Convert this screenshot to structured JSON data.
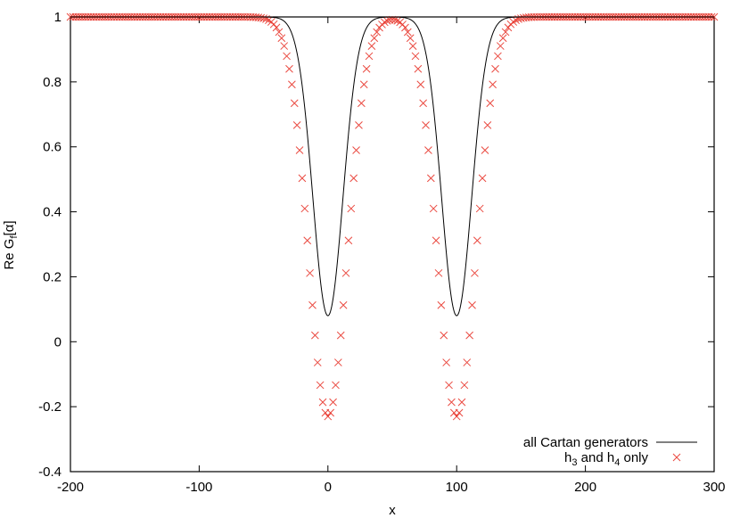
{
  "chart_data": {
    "type": "line",
    "title": "",
    "xlabel": "x",
    "ylabel": "Re G_f[α]",
    "xlim": [
      -200,
      300
    ],
    "ylim": [
      -0.4,
      1
    ],
    "x_ticks": [
      "-200",
      "-100",
      "0",
      "100",
      "200",
      "300"
    ],
    "y_ticks": [
      "-0.4",
      "-0.2",
      "0",
      "0.2",
      "0.4",
      "0.6",
      "0.8",
      "1"
    ],
    "grid": false,
    "legend_position": "bottom-right",
    "series": [
      {
        "name": "all Cartan generators",
        "style": "solid line",
        "color": "#000000",
        "x": [
          -200,
          -100,
          -60,
          -50,
          -40,
          -30,
          -25,
          -20,
          -15,
          -10,
          -5,
          0,
          5,
          10,
          15,
          20,
          25,
          30,
          40,
          50,
          60,
          70,
          75,
          80,
          85,
          90,
          95,
          100,
          105,
          110,
          115,
          120,
          125,
          130,
          140,
          150,
          160,
          200,
          300
        ],
        "values": [
          1,
          1,
          1,
          0.999,
          0.998,
          0.97,
          0.91,
          0.8,
          0.63,
          0.39,
          0.18,
          0.08,
          0.18,
          0.39,
          0.63,
          0.8,
          0.91,
          0.97,
          0.998,
          1,
          0.998,
          0.97,
          0.91,
          0.8,
          0.63,
          0.39,
          0.18,
          0.08,
          0.18,
          0.39,
          0.63,
          0.8,
          0.91,
          0.97,
          0.998,
          0.999,
          1,
          1,
          1
        ]
      },
      {
        "name": "h3 and h4 only",
        "style": "x markers",
        "color": "#e8362c",
        "x": [
          -200,
          -100,
          -60,
          -50,
          -40,
          -30,
          -25,
          -20,
          -15,
          -10,
          -5,
          0,
          5,
          10,
          15,
          20,
          25,
          30,
          40,
          50,
          60,
          70,
          75,
          80,
          85,
          90,
          95,
          100,
          105,
          110,
          115,
          120,
          125,
          130,
          140,
          150,
          160,
          200,
          300
        ],
        "values": [
          1,
          1,
          0.999,
          0.99,
          0.96,
          0.86,
          0.74,
          0.58,
          0.35,
          0.1,
          -0.13,
          -0.23,
          -0.13,
          0.1,
          0.35,
          0.58,
          0.74,
          0.86,
          0.96,
          0.99,
          0.96,
          0.86,
          0.74,
          0.58,
          0.35,
          0.1,
          -0.13,
          -0.23,
          -0.13,
          0.1,
          0.35,
          0.58,
          0.74,
          0.86,
          0.96,
          0.99,
          0.999,
          1,
          1
        ]
      }
    ]
  },
  "legend": {
    "entry1": "all Cartan generators",
    "entry2_main": "h",
    "entry2_sub1": "3",
    "entry2_mid": " and h",
    "entry2_sub2": "4",
    "entry2_end": " only"
  },
  "axes": {
    "xlabel": "x",
    "ylabel_main": "Re G",
    "ylabel_sub": "f",
    "ylabel_end": "[α]"
  }
}
